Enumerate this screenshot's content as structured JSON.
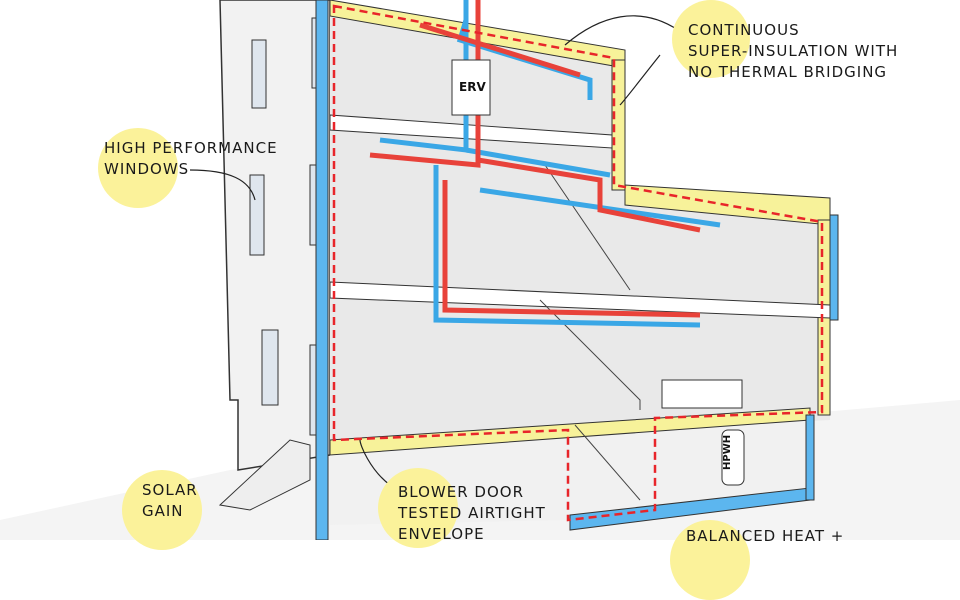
{
  "labels": {
    "insulation": [
      "CONTINUOUS",
      "SUPER-INSULATION WITH",
      "NO THERMAL BRIDGING"
    ],
    "windows": [
      "HIGH PERFORMANCE",
      "WINDOWS"
    ],
    "solar": [
      "SOLAR",
      "GAIN"
    ],
    "airtight": [
      "BLOWER DOOR",
      "TESTED AIRTIGHT",
      "ENVELOPE"
    ],
    "balanced": [
      "BALANCED HEAT +"
    ]
  },
  "equipment": {
    "erv": "ERV",
    "hpwh": "HPWH"
  },
  "colors": {
    "supply_duct": "#3aa7e6",
    "exhaust_duct": "#e8423a",
    "insulation": "#f7f29a",
    "exterior_insulation": "#5cb6ef",
    "airtight_line": "#e8252a",
    "callout": "#fbf29a"
  }
}
